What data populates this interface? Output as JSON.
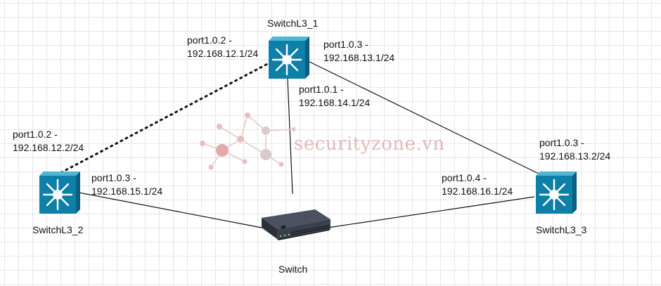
{
  "devices": {
    "l3_1": {
      "name": "SwitchL3_1",
      "icon": "layer3-switch-icon"
    },
    "l3_2": {
      "name": "SwitchL3_2",
      "icon": "layer3-switch-icon"
    },
    "l3_3": {
      "name": "SwitchL3_3",
      "icon": "layer3-switch-icon"
    },
    "sw": {
      "name": "Switch",
      "icon": "ethernet-switch-icon"
    }
  },
  "ports": {
    "l3_1_p2": {
      "port": "port1.0.2 -",
      "ip": "192.168.12.1/24"
    },
    "l3_1_p3": {
      "port": "port1.0.3 -",
      "ip": "192.168.13.1/24"
    },
    "l3_1_p1": {
      "port": "port1.0.1 -",
      "ip": "192.168.14.1/24"
    },
    "l3_2_p2": {
      "port": "port1.0.2 -",
      "ip": "192.168.12.2/24"
    },
    "l3_2_p3": {
      "port": "port1.0.3 -",
      "ip": "192.168.15.1/24"
    },
    "l3_3_p3": {
      "port": "port1.0.3 -",
      "ip": "192.168.13.2/24"
    },
    "l3_3_p4": {
      "port": "port1.0.4 -",
      "ip": "192.168.16.1/24"
    }
  },
  "links": [
    {
      "from": "SwitchL3_1",
      "to": "SwitchL3_2",
      "style": "dotted"
    },
    {
      "from": "SwitchL3_1",
      "to": "SwitchL3_3",
      "style": "solid"
    },
    {
      "from": "SwitchL3_1",
      "to": "Switch",
      "style": "solid"
    },
    {
      "from": "SwitchL3_2",
      "to": "Switch",
      "style": "solid"
    },
    {
      "from": "SwitchL3_3",
      "to": "Switch",
      "style": "solid"
    }
  ],
  "watermark": "securityzone.vn",
  "colors": {
    "switch_face": "#0e7fa6",
    "switch_top": "#4fb6d6",
    "switch_side": "#0a5f80",
    "watermark": "#e3b9b9"
  }
}
